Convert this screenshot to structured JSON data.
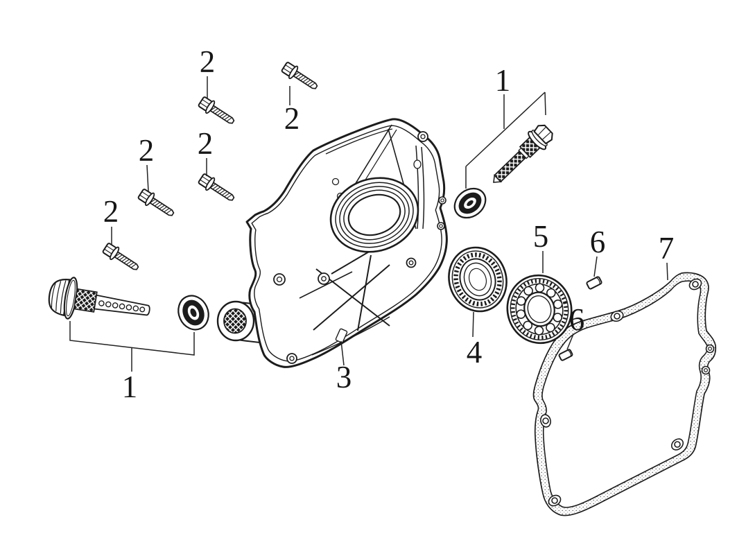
{
  "page": {
    "background": "#ffffff",
    "ink": "#1c1c1c"
  },
  "callouts": [
    {
      "part": "dipstick-assembly-top",
      "label": "1"
    },
    {
      "part": "flange-bolt-1",
      "label": "2"
    },
    {
      "part": "flange-bolt-2",
      "label": "2"
    },
    {
      "part": "flange-bolt-3",
      "label": "2"
    },
    {
      "part": "flange-bolt-4",
      "label": "2"
    },
    {
      "part": "flange-bolt-5",
      "label": "2"
    },
    {
      "part": "crankcase-cover",
      "label": "3"
    },
    {
      "part": "oil-seal",
      "label": "4"
    },
    {
      "part": "radial-ball-bearing",
      "label": "5"
    },
    {
      "part": "dowel-pin-upper",
      "label": "6"
    },
    {
      "part": "dowel-pin-lower",
      "label": "6"
    },
    {
      "part": "crankcase-cover-gasket",
      "label": "7"
    },
    {
      "part": "dipstick-assembly-bottom",
      "label": "1"
    }
  ]
}
